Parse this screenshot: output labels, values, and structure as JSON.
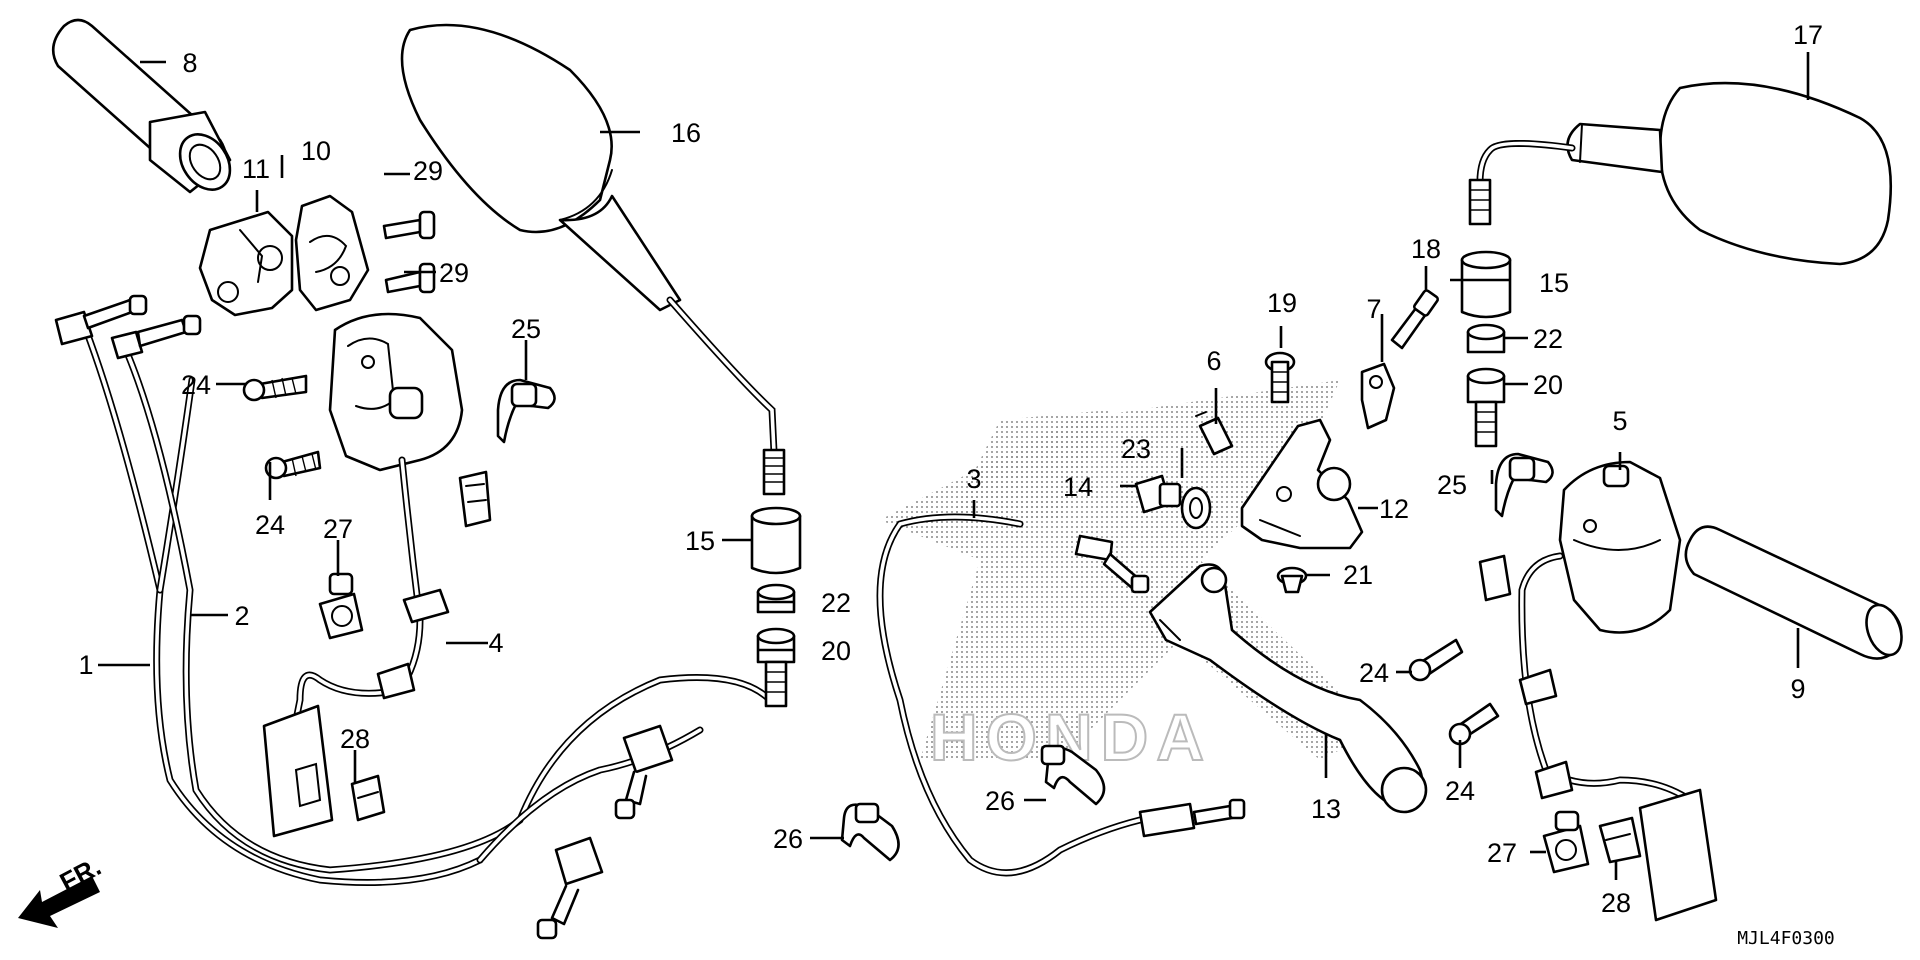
{
  "diagram_code": "MJL4F0300",
  "front_indicator": "FR.",
  "callouts": {
    "c1": "1",
    "c2": "2",
    "c3": "3",
    "c4": "4",
    "c5": "5",
    "c6": "6",
    "c7": "7",
    "c8": "8",
    "c9": "9",
    "c10": "10",
    "c11": "11",
    "c12": "12",
    "c13": "13",
    "c14": "14",
    "c15a": "15",
    "c15b": "15",
    "c16": "16",
    "c17": "17",
    "c18": "18",
    "c19": "19",
    "c20a": "20",
    "c20b": "20",
    "c21": "21",
    "c22a": "22",
    "c22b": "22",
    "c23": "23",
    "c24a": "24",
    "c24b": "24",
    "c24c": "24",
    "c24d": "24",
    "c25a": "25",
    "c25b": "25",
    "c26a": "26",
    "c26b": "26",
    "c27a": "27",
    "c27b": "27",
    "c28a": "28",
    "c28b": "28",
    "c29a": "29",
    "c29b": "29"
  },
  "watermark_text": "HONDA"
}
